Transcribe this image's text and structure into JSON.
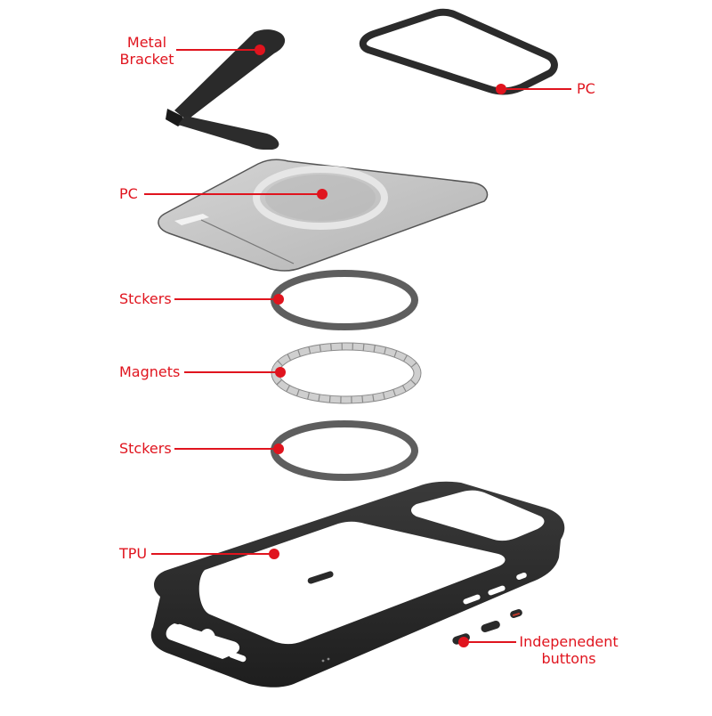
{
  "diagram": {
    "type": "exploded-view",
    "subject": "phone case with magnetic ring and kickstand",
    "accent_color": "#e0141e",
    "background_color": "#ffffff",
    "components": [
      {
        "id": "metal-bracket",
        "label_line1": "Metal",
        "label_line2": "Bracket",
        "color": "#2b2b2b"
      },
      {
        "id": "pc-frame",
        "label": "PC",
        "color": "#2f2f2f"
      },
      {
        "id": "pc-plate",
        "label": "PC",
        "color": "#bdbdbd"
      },
      {
        "id": "stickers-top",
        "label": "Stckers",
        "color": "#5e5e5e"
      },
      {
        "id": "magnets",
        "label": "Magnets",
        "color": "#c8c8c8"
      },
      {
        "id": "stickers-bottom",
        "label": "Stckers",
        "color": "#5e5e5e"
      },
      {
        "id": "tpu-case",
        "label": "TPU",
        "color": "#2a2a2a"
      },
      {
        "id": "independent-buttons",
        "label_line1": "Indepenedent",
        "label_line2": "buttons",
        "color": "#2a2a2a"
      }
    ]
  }
}
